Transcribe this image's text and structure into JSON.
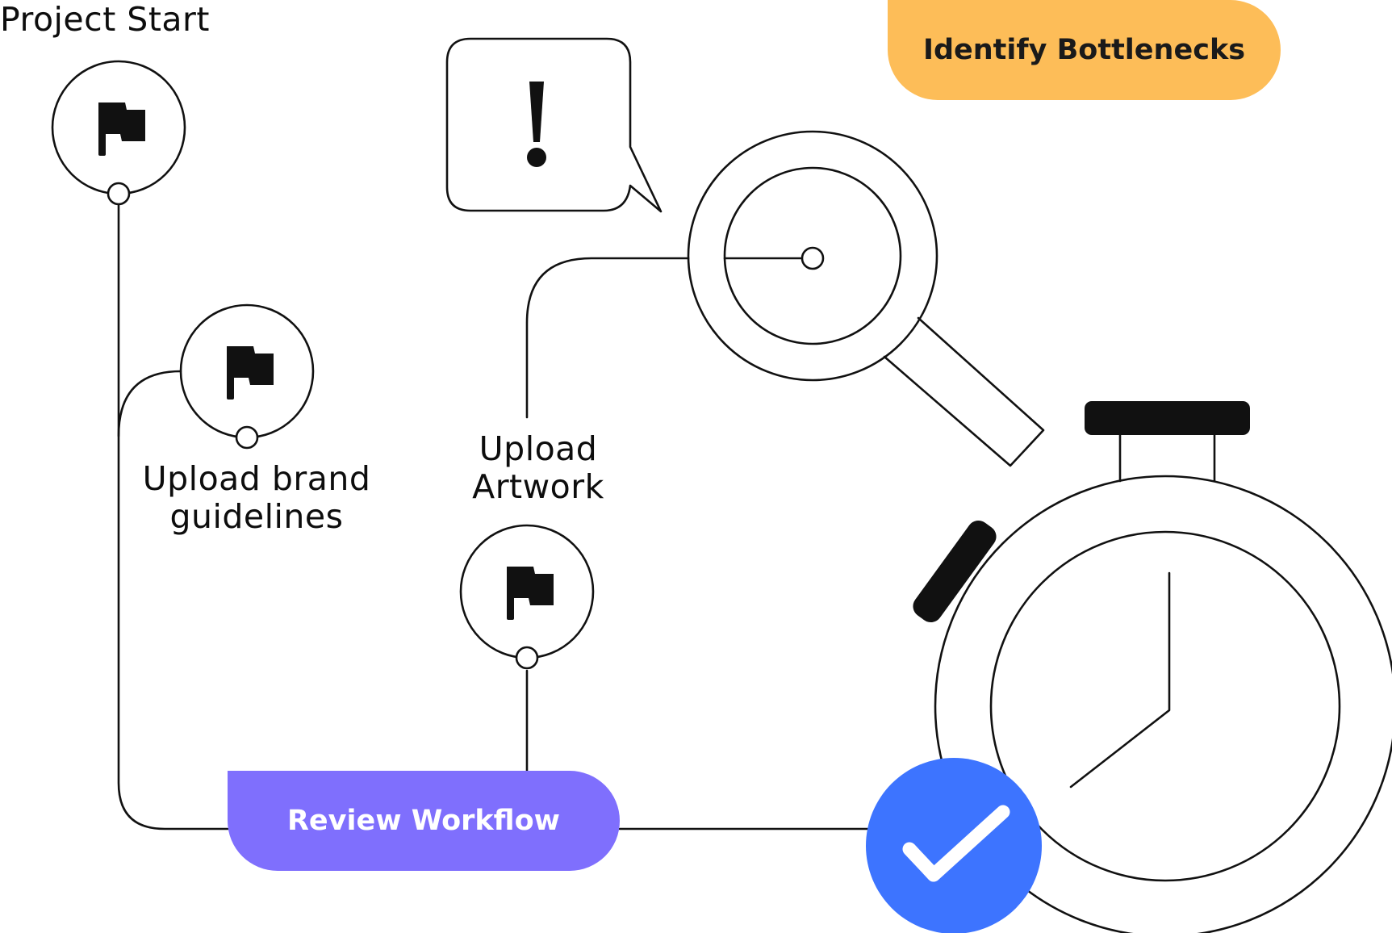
{
  "labels": {
    "project_start": "Project Start",
    "upload_brand_guidelines": "Upload brand\nguidelines",
    "upload_artwork": "Upload\nArtwork"
  },
  "pills": {
    "identify_bottlenecks": "Identify Bottlenecks",
    "review_workflow": "Review Workflow"
  },
  "icons": {
    "milestone": "flag-icon",
    "alert": "exclamation-speech-bubble-icon",
    "search": "magnifying-glass-icon",
    "timer": "stopwatch-icon",
    "done": "checkmark-icon"
  },
  "colors": {
    "line": "#111111",
    "identify_bottlenecks_pill": "#FDBD58",
    "review_workflow_pill": "#7F6FFD",
    "check_circle": "#3D74FF",
    "check_mark": "#ffffff",
    "background": "#ffffff"
  }
}
